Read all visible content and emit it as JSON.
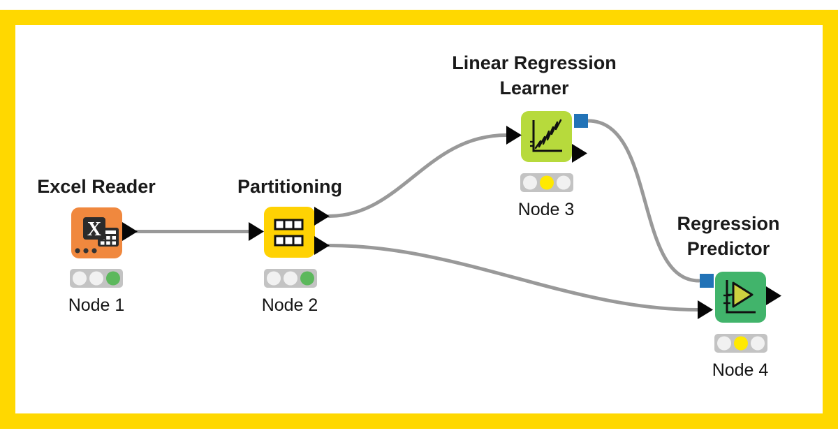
{
  "canvas": {
    "background": "#ffffff",
    "frame_color": "#FFD800"
  },
  "workflow": {
    "nodes": [
      {
        "id": "node-1",
        "title_lines": [
          "Excel Reader"
        ],
        "label": "Node 1",
        "body_color": "#F0883E",
        "icon": "excel-reader-icon",
        "status": "executed",
        "lights": [
          "#F1F1F1",
          "#F1F1F1",
          "#5CB85C"
        ]
      },
      {
        "id": "node-2",
        "title_lines": [
          "Partitioning"
        ],
        "label": "Node 2",
        "body_color": "#FFD203",
        "icon": "partitioning-icon",
        "status": "executed",
        "lights": [
          "#F1F1F1",
          "#F1F1F1",
          "#5CB85C"
        ]
      },
      {
        "id": "node-3",
        "title_lines": [
          "Linear Regression",
          "Learner"
        ],
        "label": "Node 3",
        "body_color": "#B7DA3C",
        "icon": "regression-chart-icon",
        "status": "configured",
        "lights": [
          "#F1F1F1",
          "#FFE900",
          "#F1F1F1"
        ]
      },
      {
        "id": "node-4",
        "title_lines": [
          "Regression",
          "Predictor"
        ],
        "label": "Node 4",
        "body_color": "#41B46B",
        "icon": "predictor-icon",
        "status": "configured",
        "lights": [
          "#F1F1F1",
          "#FFE900",
          "#F1F1F1"
        ]
      }
    ],
    "connections": [
      {
        "from": "Node 1",
        "to": "Node 2",
        "type": "data"
      },
      {
        "from": "Node 2",
        "to": "Node 3",
        "type": "data"
      },
      {
        "from": "Node 2",
        "to": "Node 4",
        "type": "data"
      },
      {
        "from": "Node 3",
        "to": "Node 4",
        "type": "model"
      }
    ],
    "colors": {
      "wire": "#999999",
      "data_port": "#060606",
      "model_port": "#2273B7",
      "traffic_bg": "#C3C3C3"
    }
  }
}
